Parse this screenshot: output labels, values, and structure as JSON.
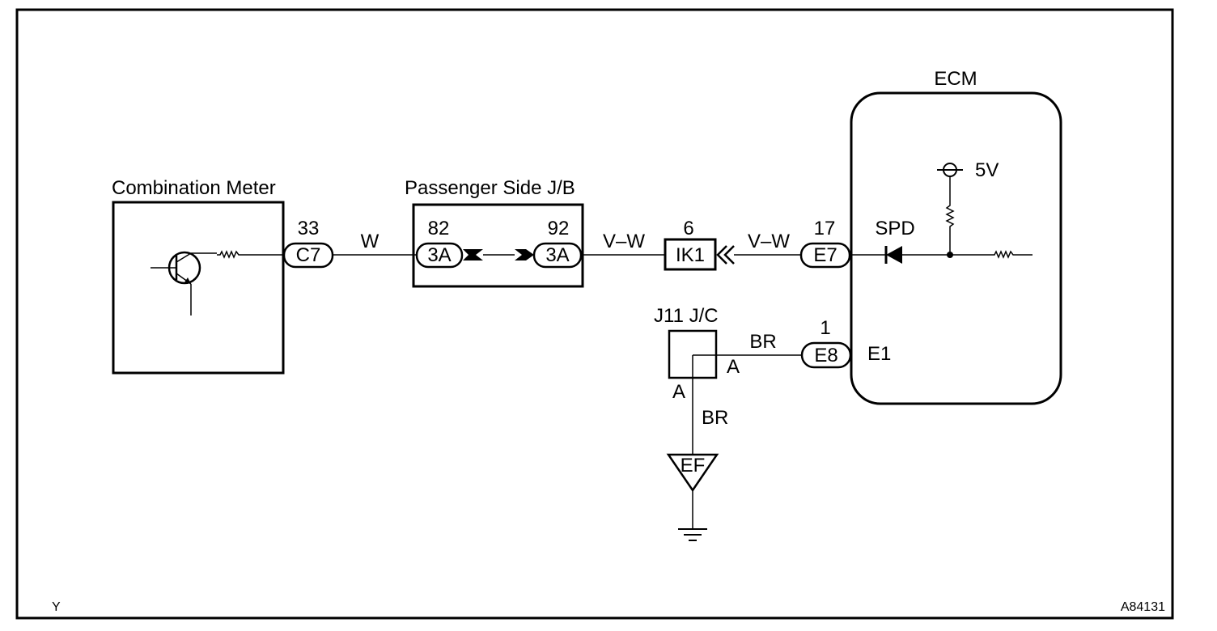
{
  "components": {
    "combination_meter": "Combination Meter",
    "passenger_jb": "Passenger Side J/B",
    "ecm": "ECM",
    "j11": "J11 J/C",
    "ef": "EF"
  },
  "connectors": {
    "c7": {
      "code": "C7",
      "pin": "33"
    },
    "jb_in": {
      "code": "3A",
      "pin": "82"
    },
    "jb_out": {
      "code": "3A",
      "pin": "92"
    },
    "ik1": {
      "code": "IK1",
      "pin": "6"
    },
    "e7": {
      "code": "E7",
      "pin": "17"
    },
    "e8": {
      "code": "E8",
      "pin": "1"
    }
  },
  "wires": {
    "meter_to_jb": "W",
    "jb_to_ik1": "V–W",
    "ik1_to_ecm": "V–W",
    "jc_to_ecm": "BR",
    "jc_to_ground": "BR"
  },
  "terminals": {
    "spd": "SPD",
    "e1": "E1",
    "supply": "5V",
    "jc_a_right": "A",
    "jc_a_down": "A"
  },
  "footer": {
    "left": "Y",
    "right": "A84131"
  }
}
